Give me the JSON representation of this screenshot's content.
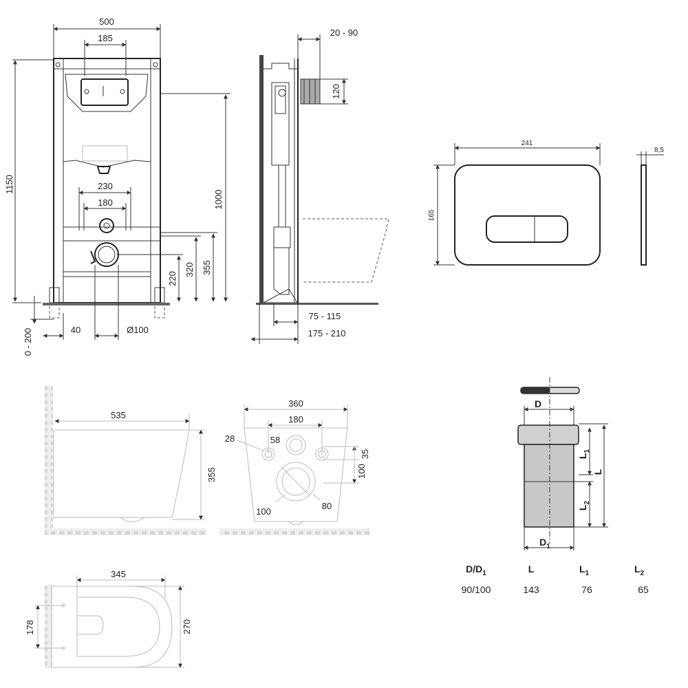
{
  "frame_front": {
    "width": "500",
    "button_width": "185",
    "height_total": "1150",
    "height_frame": "1000",
    "bolt_spacing_230": "230",
    "bolt_spacing_180": "180",
    "h355": "355",
    "h320": "320",
    "h220": "220",
    "leg_adjust": "0 - 200",
    "offset": "40",
    "pipe": "Ø100"
  },
  "frame_side": {
    "depth_adjust": "20 - 90",
    "h120": "120",
    "d75_115": "75 - 115",
    "d175_210": "175 - 210"
  },
  "flush_plate": {
    "width": "241",
    "height": "165",
    "thickness": "8,5"
  },
  "bowl_side": {
    "length": "535",
    "height": "355"
  },
  "bowl_back": {
    "width": "360",
    "spacing": "180",
    "hole_top": "58",
    "hole_side": "28",
    "h100": "100",
    "h35": "35",
    "outlet": "100",
    "outlet_inner": "80"
  },
  "bowl_top": {
    "width": "345",
    "inner": "178",
    "depth": "270"
  },
  "connector": {
    "label_d": "D",
    "label_d1": "D",
    "label_d1_sub": "1",
    "label_l": "L",
    "label_l1": "L",
    "label_l1_sub": "1",
    "label_l2": "L",
    "label_l2_sub": "2",
    "headers": [
      "D/D",
      "L",
      "L",
      "L"
    ],
    "header_subs": [
      "1",
      "",
      "1",
      "2"
    ],
    "values": [
      "90/100",
      "143",
      "76",
      "65"
    ]
  },
  "colors": {
    "line": "#333333",
    "fill_gray": "#c8c8c8",
    "floor": "#bbbbbb"
  }
}
